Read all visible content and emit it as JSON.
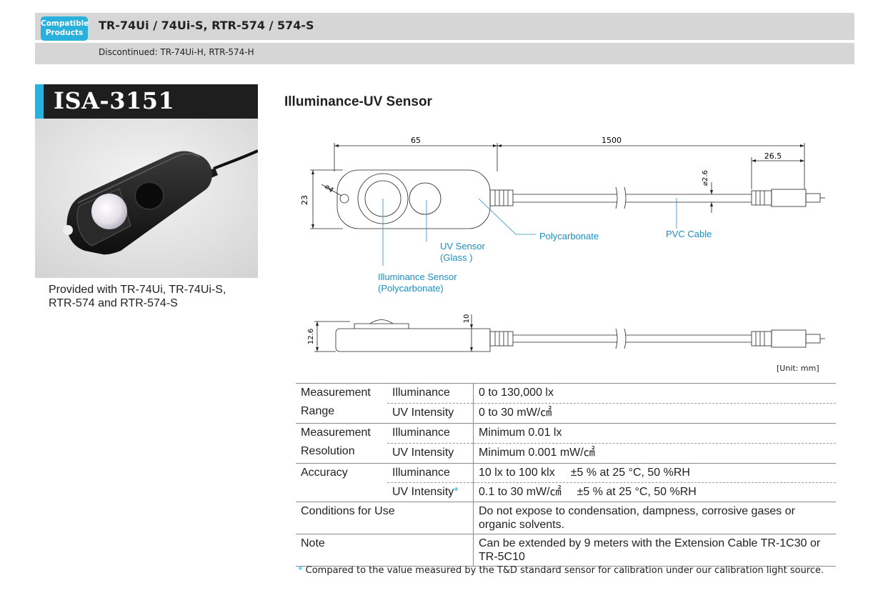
{
  "header": {
    "badge_line1": "Compatible",
    "badge_line2": "Products",
    "models": "TR-74Ui / 74Ui-S, RTR-574 / 574-S",
    "discontinued": "Discontinued: TR-74Ui-H, RTR-574-H"
  },
  "product": {
    "model": "ISA-3151",
    "provided_line1": "Provided with TR-74Ui, TR-74Ui-S,",
    "provided_line2": "RTR-574 and  RTR-574-S"
  },
  "section_title": "Illuminance-UV Sensor",
  "drawing": {
    "dim_65": "65",
    "dim_1500": "1500",
    "dim_26_5": "26.5",
    "dim_23": "23",
    "dim_d4": "⌀4",
    "dim_d2_6": "⌀2.6",
    "dim_10": "10",
    "dim_12_6": "12.6",
    "label_polycarbonate": "Polycarbonate",
    "label_pvc": "PVC Cable",
    "label_uv_1": "UV Sensor",
    "label_uv_2": "(Glass )",
    "label_illum_1": "Illuminance Sensor",
    "label_illum_2": "(Polycarbonate)",
    "unit": "[Unit: mm]"
  },
  "spec": {
    "range_label_1": "Measurement",
    "range_label_2": "Range",
    "illuminance": "Illuminance",
    "uv_intensity": "UV Intensity",
    "range_illum": "0 to 130,000 lx",
    "range_uv": "0 to 30 mW/㎠",
    "res_label_1": "Measurement",
    "res_label_2": "Resolution",
    "res_illum": "Minimum 0.01 lx",
    "res_uv": "Minimum 0.001 mW/㎠",
    "acc_label": "Accuracy",
    "acc_illum_range": "10 lx to 100 klx",
    "acc_illum_tol": "±5 % at 25 °C, 50 %RH",
    "acc_uv_range": "0.1 to 30 mW/㎠",
    "acc_uv_tol": "±5 % at 25 °C, 50 %RH",
    "asterisk": "*",
    "cond_label": "Conditions for Use",
    "cond_value": "Do not expose to condensation, dampness, corrosive gases or organic solvents.",
    "note_label": "Note",
    "note_value": "Can be extended by 9 meters with the Extension Cable TR-1C30 or TR-5C10"
  },
  "footnote": {
    "asterisk": "*",
    "text": "Compared to the value measured by the T&D standard sensor for calibration under our calibration light source."
  }
}
